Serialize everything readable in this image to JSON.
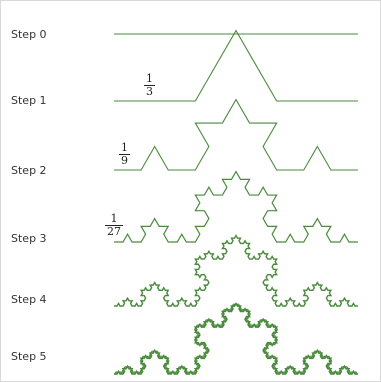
{
  "steps": [
    {
      "label": "Step 0",
      "iteration": 0,
      "segment_label_num": "",
      "segment_label_den": ""
    },
    {
      "label": "Step 1",
      "iteration": 1,
      "segment_label_num": "1",
      "segment_label_den": "3"
    },
    {
      "label": "Step 2",
      "iteration": 2,
      "segment_label_num": "1",
      "segment_label_den": "9"
    },
    {
      "label": "Step 3",
      "iteration": 3,
      "segment_label_num": "1",
      "segment_label_den": "27"
    },
    {
      "label": "Step 4",
      "iteration": 4,
      "segment_label_num": "",
      "segment_label_den": ""
    },
    {
      "label": "Step 5",
      "iteration": 5,
      "segment_label_num": "",
      "segment_label_den": ""
    }
  ],
  "colors": {
    "curve": "#4a8a3c",
    "label_text": "#333333",
    "border": "#d9d9d9"
  }
}
